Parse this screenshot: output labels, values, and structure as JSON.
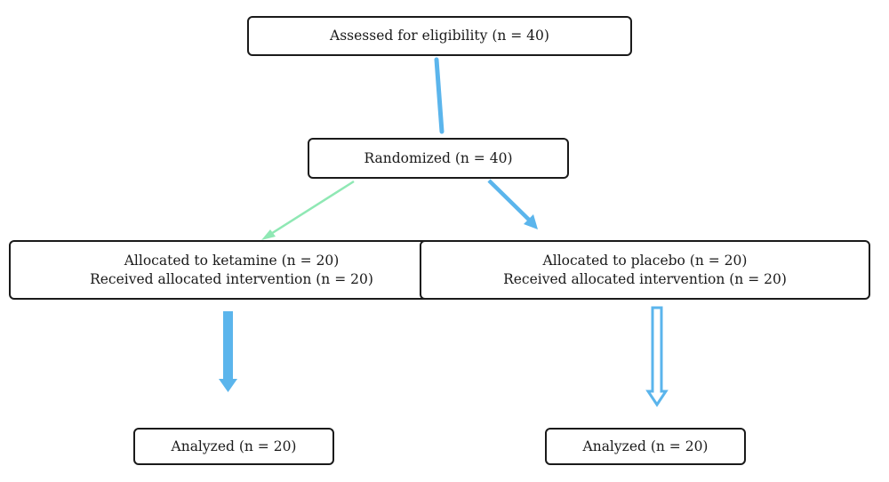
{
  "colors": {
    "arrow_blue": "#5bb5ec",
    "arrow_green": "#8fe8b4",
    "box_border": "#1a1a1a",
    "background": "#ffffff"
  },
  "flowchart": {
    "assessed": {
      "text": "Assessed for eligibility (n = 40)"
    },
    "randomized": {
      "text": "Randomized (n = 40)"
    },
    "ketamine": {
      "line1": "Allocated to ketamine (n = 20)",
      "line2": "Received allocated intervention (n = 20)"
    },
    "placebo": {
      "line1": "Allocated to placebo (n = 20)",
      "line2": "Received allocated intervention (n = 20)"
    },
    "analyzed_left": {
      "text": "Analyzed (n = 20)"
    },
    "analyzed_right": {
      "text": "Analyzed (n = 20)"
    }
  }
}
